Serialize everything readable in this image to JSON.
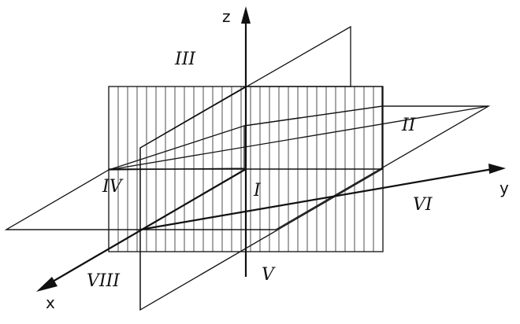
{
  "axes": {
    "x": "x",
    "y": "y",
    "z": "z"
  },
  "octants": {
    "i": "I",
    "ii": "II",
    "iii": "III",
    "iv": "IV",
    "v": "V",
    "vi": "VI",
    "viii": "VIII"
  },
  "colors": {
    "line": "#111111",
    "hatch": "#222222",
    "background": "#ffffff"
  }
}
